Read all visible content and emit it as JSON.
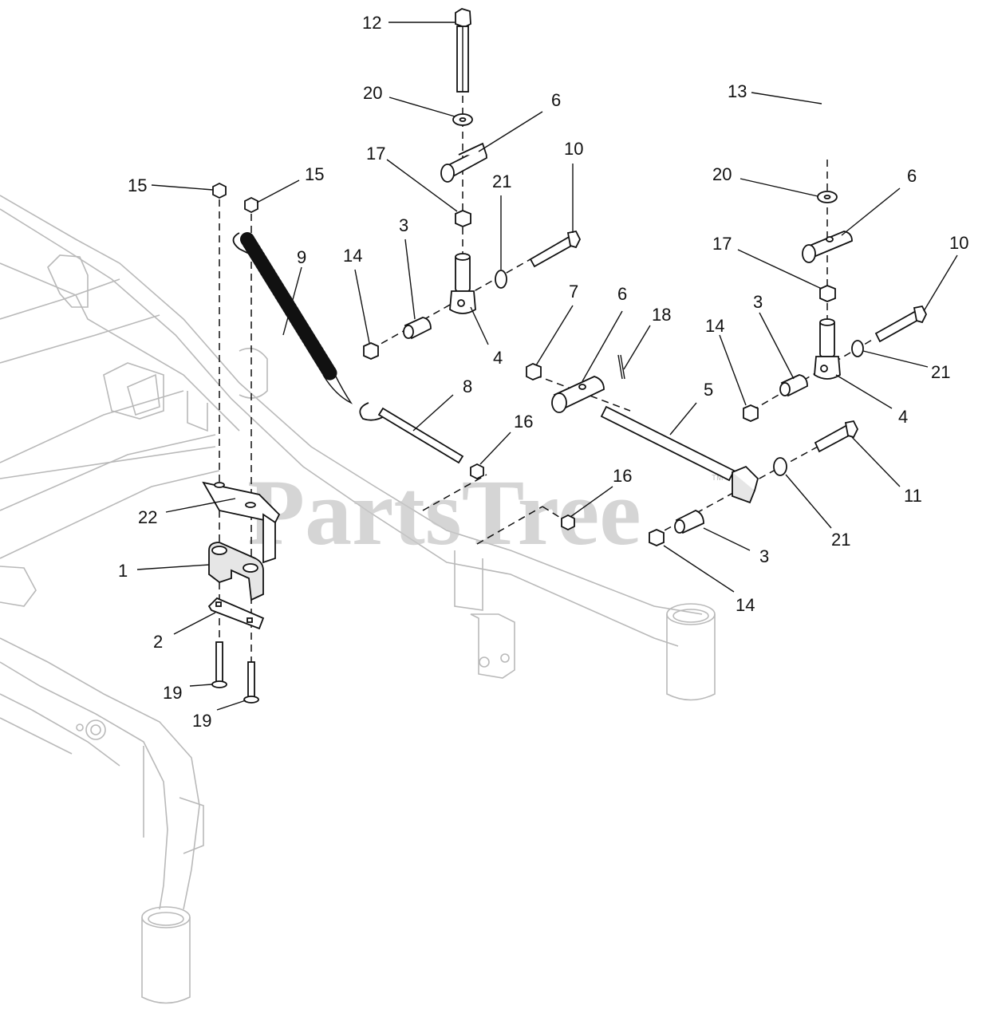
{
  "watermark": {
    "text": "PartsTree",
    "trademark": "TM"
  },
  "callouts": [
    {
      "id": "c12a",
      "text": "12"
    },
    {
      "id": "c20a",
      "text": "20"
    },
    {
      "id": "c6a",
      "text": "6"
    },
    {
      "id": "c17a",
      "text": "17"
    },
    {
      "id": "c21a",
      "text": "21"
    },
    {
      "id": "c10a",
      "text": "10"
    },
    {
      "id": "c15a",
      "text": "15"
    },
    {
      "id": "c15b",
      "text": "15"
    },
    {
      "id": "c9",
      "text": "9"
    },
    {
      "id": "c14a",
      "text": "14"
    },
    {
      "id": "c3a",
      "text": "3"
    },
    {
      "id": "c4a",
      "text": "4"
    },
    {
      "id": "c13",
      "text": "13"
    },
    {
      "id": "c20b",
      "text": "20"
    },
    {
      "id": "c6b",
      "text": "6"
    },
    {
      "id": "c17b",
      "text": "17"
    },
    {
      "id": "c10b",
      "text": "10"
    },
    {
      "id": "c7",
      "text": "7"
    },
    {
      "id": "c6c",
      "text": "6"
    },
    {
      "id": "c18",
      "text": "18"
    },
    {
      "id": "c14b",
      "text": "14"
    },
    {
      "id": "c3b",
      "text": "3"
    },
    {
      "id": "c21b",
      "text": "21"
    },
    {
      "id": "c4b",
      "text": "4"
    },
    {
      "id": "c8",
      "text": "8"
    },
    {
      "id": "c5",
      "text": "5"
    },
    {
      "id": "c16a",
      "text": "16"
    },
    {
      "id": "c11",
      "text": "11"
    },
    {
      "id": "c16b",
      "text": "16"
    },
    {
      "id": "c22",
      "text": "22"
    },
    {
      "id": "c21c",
      "text": "21"
    },
    {
      "id": "c1",
      "text": "1"
    },
    {
      "id": "c3c",
      "text": "3"
    },
    {
      "id": "c14c",
      "text": "14"
    },
    {
      "id": "c2",
      "text": "2"
    },
    {
      "id": "c19a",
      "text": "19"
    },
    {
      "id": "c19b",
      "text": "19"
    }
  ]
}
